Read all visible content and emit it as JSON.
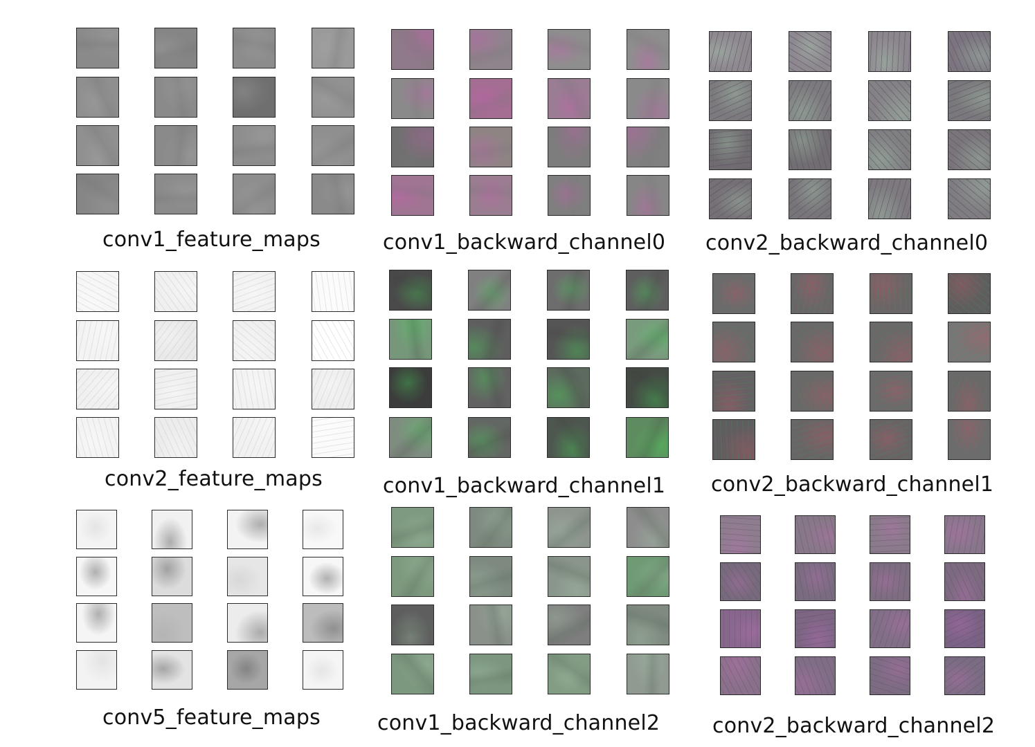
{
  "panels": [
    {
      "caption": "conv1_feature_maps",
      "style": "conv1_fm"
    },
    {
      "caption": "conv1_backward_channel0",
      "style": "bw_ch0_magenta"
    },
    {
      "caption": "conv2_backward_channel0",
      "style": "conv2_bw_ch0_embossed"
    },
    {
      "caption": "conv2_feature_maps",
      "style": "conv2_fm_light_sketch"
    },
    {
      "caption": "conv1_backward_channel1",
      "style": "bw_ch1_green"
    },
    {
      "caption": "conv2_backward_channel1",
      "style": "conv2_bw_ch1_redgreen"
    },
    {
      "caption": "conv5_feature_maps",
      "style": "conv5_fm_blurry_white"
    },
    {
      "caption": "conv1_backward_channel2",
      "style": "bw_ch2_green_tint"
    },
    {
      "caption": "conv2_backward_channel2",
      "style": "conv2_bw_ch2_purple"
    }
  ]
}
